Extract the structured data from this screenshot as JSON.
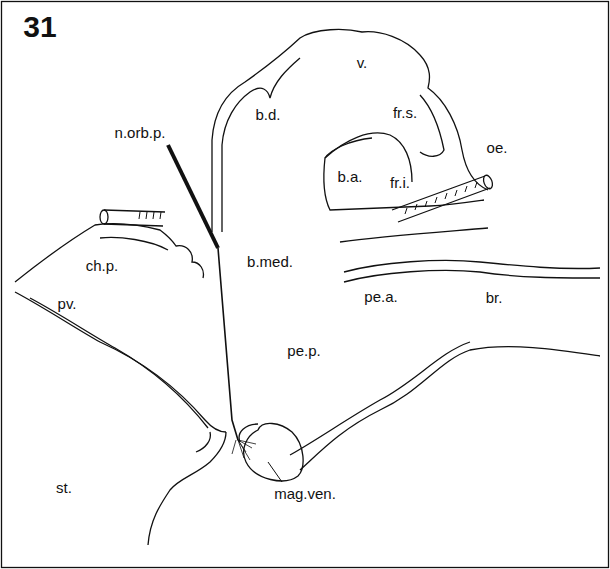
{
  "diagram": {
    "labels": [
      "31",
      "v.",
      "b.d.",
      "fr.s.",
      "n.orb.p.",
      "b.a.",
      "fr.i.",
      "oe.",
      "b.med.",
      "ch.p.",
      "pv.",
      "pe.a.",
      "br.",
      "pe.p.",
      "st.",
      "mag.ven."
    ]
  }
}
